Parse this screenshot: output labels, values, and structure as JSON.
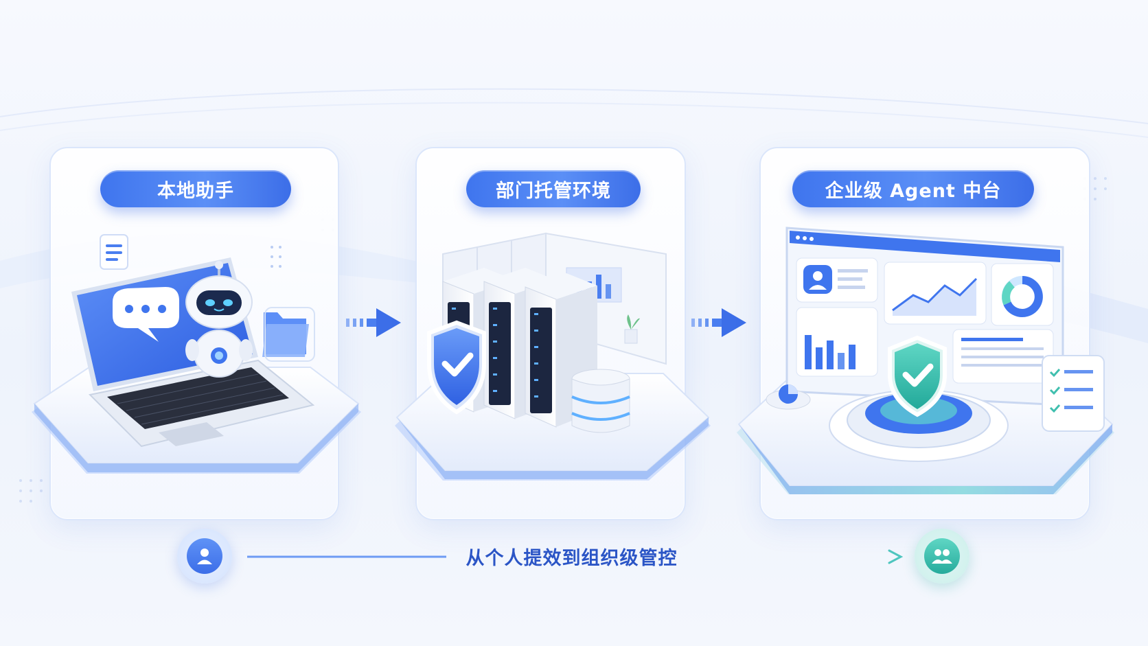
{
  "stages": [
    {
      "label": "本地助手",
      "illustration": "laptop-robot-icon"
    },
    {
      "label": "部门托管环境",
      "illustration": "server-rack-shield-icon"
    },
    {
      "label": "企业级 Agent 中台",
      "illustration": "dashboard-platform-icon"
    }
  ],
  "flow": {
    "caption": "从个人提效到组织级管控",
    "start_icon": "person-icon",
    "end_icon": "team-icon"
  },
  "colors": {
    "primary": "#3f75ee",
    "accent_teal": "#3cc7b4",
    "caption": "#2b55c6"
  }
}
